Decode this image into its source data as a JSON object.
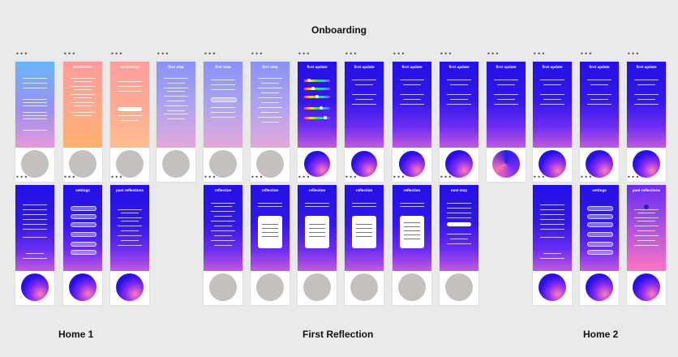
{
  "page": {
    "title": "Onboarding",
    "sections": [
      "Home 1",
      "First Reflection",
      "Home 2"
    ],
    "menu_glyph": "•••"
  },
  "colors": {
    "background": "#e9e9e9",
    "indigo": "#2a12e8",
    "violet": "#6a2cf2",
    "pink": "#ff74b4",
    "peach": "#ffa88c",
    "placeholder_circle": "#c4c0c0"
  },
  "screens": {
    "onboarding": [
      {
        "title": "",
        "bg": "blue",
        "icons": [
          "welcome-icon"
        ]
      },
      {
        "title": "destination",
        "bg": "peach"
      },
      {
        "title": "destination",
        "bg": "peach2"
      },
      {
        "title": "first step",
        "bg": "lilac"
      },
      {
        "title": "first step",
        "bg": "lilac"
      },
      {
        "title": "first step",
        "bg": "lilac"
      },
      {
        "title": "first update",
        "bg": "indigo"
      },
      {
        "title": "first update",
        "bg": "indigo"
      },
      {
        "title": "first update",
        "bg": "indigo"
      },
      {
        "title": "first update",
        "bg": "indigo"
      },
      {
        "title": "first update",
        "bg": "indigo"
      },
      {
        "title": "first update",
        "bg": "indigo"
      },
      {
        "title": "first update",
        "bg": "indigo"
      },
      {
        "title": "first update",
        "bg": "indigo"
      }
    ],
    "home1": [
      {
        "title": "",
        "bg": "indigo"
      },
      {
        "title": "settings",
        "bg": "indigo"
      },
      {
        "title": "past reflections",
        "bg": "indigo"
      }
    ],
    "first_reflection": [
      {
        "title": "reflection",
        "bg": "indigo"
      },
      {
        "title": "reflection",
        "bg": "indigo"
      },
      {
        "title": "reflection",
        "bg": "indigo"
      },
      {
        "title": "reflection",
        "bg": "indigo"
      },
      {
        "title": "reflection",
        "bg": "indigo"
      },
      {
        "title": "next step",
        "bg": "indigo"
      }
    ],
    "home2": [
      {
        "title": "",
        "bg": "indigo"
      },
      {
        "title": "settings",
        "bg": "indigo"
      },
      {
        "title": "past reflections",
        "bg": "pinkish"
      }
    ]
  }
}
